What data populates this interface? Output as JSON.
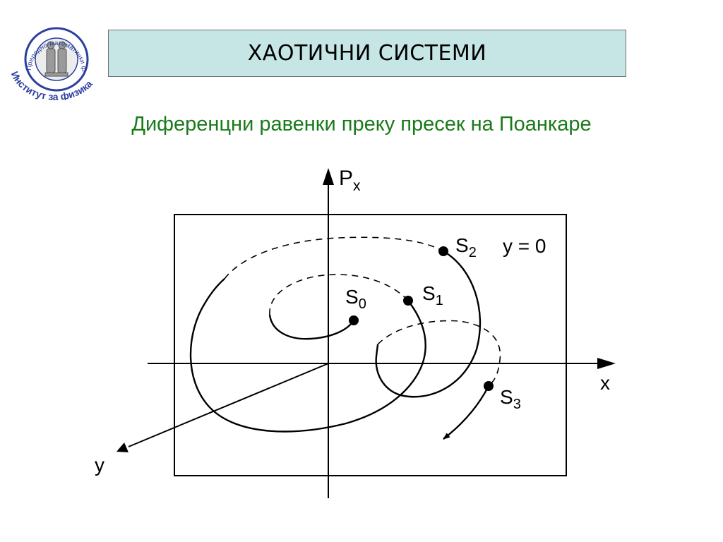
{
  "header": {
    "title": "ХАОТИЧНИ СИСТЕМИ",
    "subtitle": "Диференцни равенки преку пресек на Поанкаре"
  },
  "logo": {
    "outer_text": "Природно-математички факултет",
    "inner_text": "Институт за физика"
  },
  "diagram": {
    "axis_px": {
      "main": "P",
      "sub": "x"
    },
    "axis_x": "x",
    "axis_y": "y",
    "plane_label": "y = 0",
    "points": [
      {
        "main": "S",
        "sub": "0"
      },
      {
        "main": "S",
        "sub": "1"
      },
      {
        "main": "S",
        "sub": "2"
      },
      {
        "main": "S",
        "sub": "3"
      }
    ]
  },
  "colors": {
    "title_bg": "#c6e6e6",
    "subtitle": "#1a7a1a",
    "logo_blue": "#2b3f9e"
  }
}
